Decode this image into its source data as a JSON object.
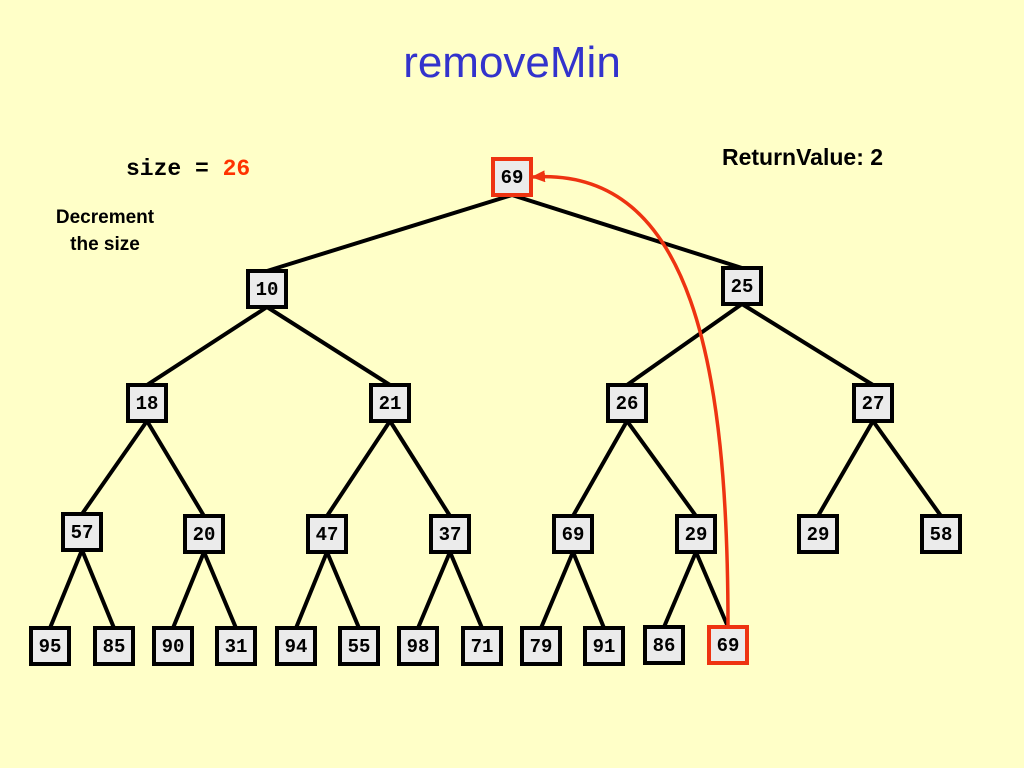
{
  "title": "removeMin",
  "size_label": "size = ",
  "size_value": "26",
  "note_line1": "Decrement",
  "note_line2": "the size",
  "return_value_label": "ReturnValue: 2",
  "colors": {
    "background": "#ffffc8",
    "title": "#3333cc",
    "highlight": "#ee3311",
    "node_fill": "#ebebeb"
  },
  "nodes": [
    {
      "id": "n0",
      "value": "69",
      "highlight": true
    },
    {
      "id": "n1",
      "value": "10"
    },
    {
      "id": "n2",
      "value": "25"
    },
    {
      "id": "n3",
      "value": "18"
    },
    {
      "id": "n4",
      "value": "21"
    },
    {
      "id": "n5",
      "value": "26"
    },
    {
      "id": "n6",
      "value": "27"
    },
    {
      "id": "n7",
      "value": "57"
    },
    {
      "id": "n8",
      "value": "20"
    },
    {
      "id": "n9",
      "value": "47"
    },
    {
      "id": "n10",
      "value": "37"
    },
    {
      "id": "n11",
      "value": "69"
    },
    {
      "id": "n12",
      "value": "29"
    },
    {
      "id": "n13",
      "value": "29"
    },
    {
      "id": "n14",
      "value": "58"
    },
    {
      "id": "n15",
      "value": "95"
    },
    {
      "id": "n16",
      "value": "85"
    },
    {
      "id": "n17",
      "value": "90"
    },
    {
      "id": "n18",
      "value": "31"
    },
    {
      "id": "n19",
      "value": "94"
    },
    {
      "id": "n20",
      "value": "55"
    },
    {
      "id": "n21",
      "value": "98"
    },
    {
      "id": "n22",
      "value": "71"
    },
    {
      "id": "n23",
      "value": "79"
    },
    {
      "id": "n24",
      "value": "91"
    },
    {
      "id": "n25",
      "value": "86"
    },
    {
      "id": "n26",
      "value": "69",
      "highlight": true
    }
  ],
  "edges": [
    [
      "n0",
      "n1"
    ],
    [
      "n0",
      "n2"
    ],
    [
      "n1",
      "n3"
    ],
    [
      "n1",
      "n4"
    ],
    [
      "n2",
      "n5"
    ],
    [
      "n2",
      "n6"
    ],
    [
      "n3",
      "n7"
    ],
    [
      "n3",
      "n8"
    ],
    [
      "n4",
      "n9"
    ],
    [
      "n4",
      "n10"
    ],
    [
      "n5",
      "n11"
    ],
    [
      "n5",
      "n12"
    ],
    [
      "n6",
      "n13"
    ],
    [
      "n6",
      "n14"
    ],
    [
      "n7",
      "n15"
    ],
    [
      "n7",
      "n16"
    ],
    [
      "n8",
      "n17"
    ],
    [
      "n8",
      "n18"
    ],
    [
      "n9",
      "n19"
    ],
    [
      "n9",
      "n20"
    ],
    [
      "n10",
      "n21"
    ],
    [
      "n10",
      "n22"
    ],
    [
      "n11",
      "n23"
    ],
    [
      "n11",
      "n24"
    ],
    [
      "n12",
      "n25"
    ],
    [
      "n12",
      "n26"
    ]
  ],
  "arrow": {
    "from": "n26",
    "to": "n0"
  }
}
